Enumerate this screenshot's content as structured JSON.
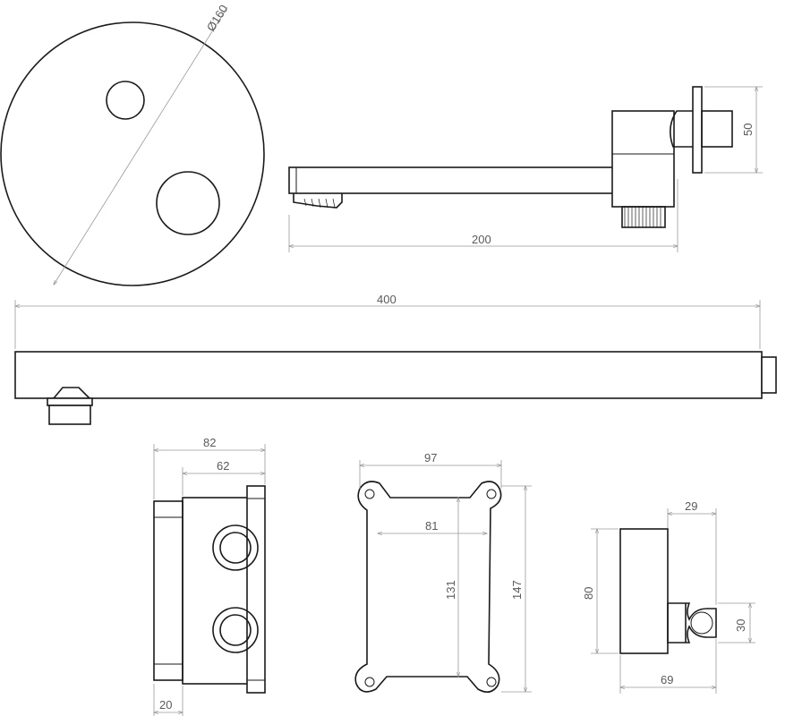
{
  "drawing": {
    "dimensions": {
      "cover_diameter": "Ø160",
      "spout_length": "200",
      "spout_flange_height": "50",
      "arm_length": "400",
      "box_depth_outer": "82",
      "box_depth_inner": "62",
      "box_flange": "20",
      "plate_width_outer": "97",
      "plate_width_inner": "81",
      "plate_height_inner": "131",
      "plate_height_outer": "147",
      "holder_depth": "29",
      "holder_height": "80",
      "holder_hook_height": "30",
      "holder_total_depth": "69"
    }
  }
}
